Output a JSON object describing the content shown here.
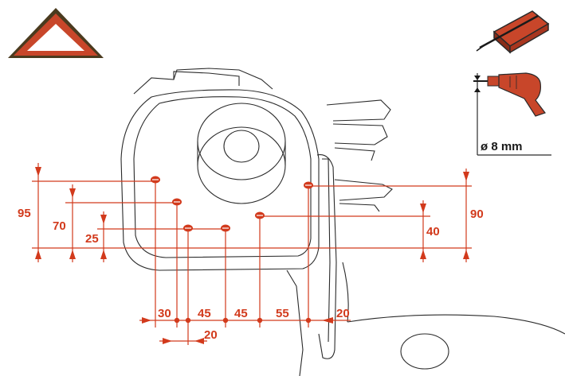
{
  "colors": {
    "dimension": "#d23a1c",
    "outline": "#2a2a2a",
    "warning_fill": "#c8462a",
    "warning_border": "#4a3a1e",
    "tool_fill": "#c8462a"
  },
  "icons": {
    "warning": "warning-triangle-icon",
    "marking_tool": "center-punch-icon",
    "drill": "electric-drill-icon"
  },
  "vertical_dimensions": {
    "left_outer": "95",
    "left_middle": "70",
    "left_inner": "25",
    "right_inner": "40",
    "right_outer": "90"
  },
  "horizontal_dimensions": {
    "seg1": "30",
    "seg2": "45",
    "seg3": "45",
    "seg4": "55",
    "seg5": "20",
    "lower": "20"
  },
  "drill": {
    "diameter_label": "ø 8 mm"
  }
}
